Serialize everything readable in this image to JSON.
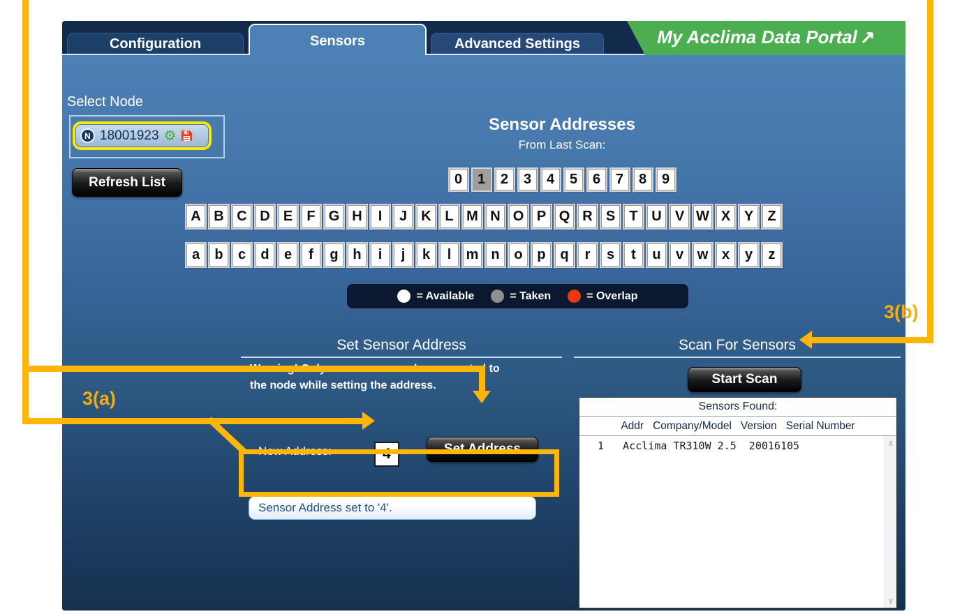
{
  "window_chrome": {
    "tabs": [
      {
        "label": "Configuration",
        "active": false
      },
      {
        "label": "Sensors",
        "active": true
      },
      {
        "label": "Advanced Settings",
        "active": false
      }
    ],
    "portal": {
      "label": "My Acclima Data Portal",
      "arrow": "↗"
    }
  },
  "select_node": {
    "label": "Select Node",
    "node": {
      "icon_letter": "N",
      "id": "18001923"
    },
    "refresh_button": "Refresh List"
  },
  "sensor_addresses": {
    "title": "Sensor Addresses",
    "subtitle": "From Last Scan:",
    "digits": [
      "0",
      "1",
      "2",
      "3",
      "4",
      "5",
      "6",
      "7",
      "8",
      "9"
    ],
    "uppercase": [
      "A",
      "B",
      "C",
      "D",
      "E",
      "F",
      "G",
      "H",
      "I",
      "J",
      "K",
      "L",
      "M",
      "N",
      "O",
      "P",
      "Q",
      "R",
      "S",
      "T",
      "U",
      "V",
      "W",
      "X",
      "Y",
      "Z"
    ],
    "lowercase": [
      "a",
      "b",
      "c",
      "d",
      "e",
      "f",
      "g",
      "h",
      "i",
      "j",
      "k",
      "l",
      "m",
      "n",
      "o",
      "p",
      "q",
      "r",
      "s",
      "t",
      "u",
      "v",
      "w",
      "x",
      "y",
      "z"
    ],
    "taken": [
      "1"
    ],
    "legend": [
      {
        "color": "#ffffff",
        "label": "= Available"
      },
      {
        "color": "#8f8f8f",
        "label": "= Taken"
      },
      {
        "color": "#e63812",
        "label": "= Overlap"
      }
    ]
  },
  "set_address": {
    "heading": "Set Sensor Address",
    "warning_lines": [
      "Warning! Only one sensor can be connected to",
      "the node while setting the address."
    ],
    "new_address_label": "New Address:",
    "new_address_value": "4",
    "button": "Set Address",
    "status": "Sensor Address set to '4'."
  },
  "scan": {
    "heading": "Scan For Sensors",
    "button": "Start Scan",
    "table_title": "Sensors Found:",
    "columns": [
      "Addr",
      "Company/Model",
      "Version",
      "Serial Number"
    ],
    "rows": [
      {
        "addr": "1",
        "company_model": "Acclima TR310W",
        "version": "2.5",
        "serial": "20016105"
      }
    ]
  },
  "annotations": {
    "label_a": "3(a)",
    "label_b": "3(b)"
  },
  "colors": {
    "annotation_yellow": "#fcb60a",
    "node_highlight_yellow": "#ffe600",
    "portal_green": "#4bae50"
  }
}
